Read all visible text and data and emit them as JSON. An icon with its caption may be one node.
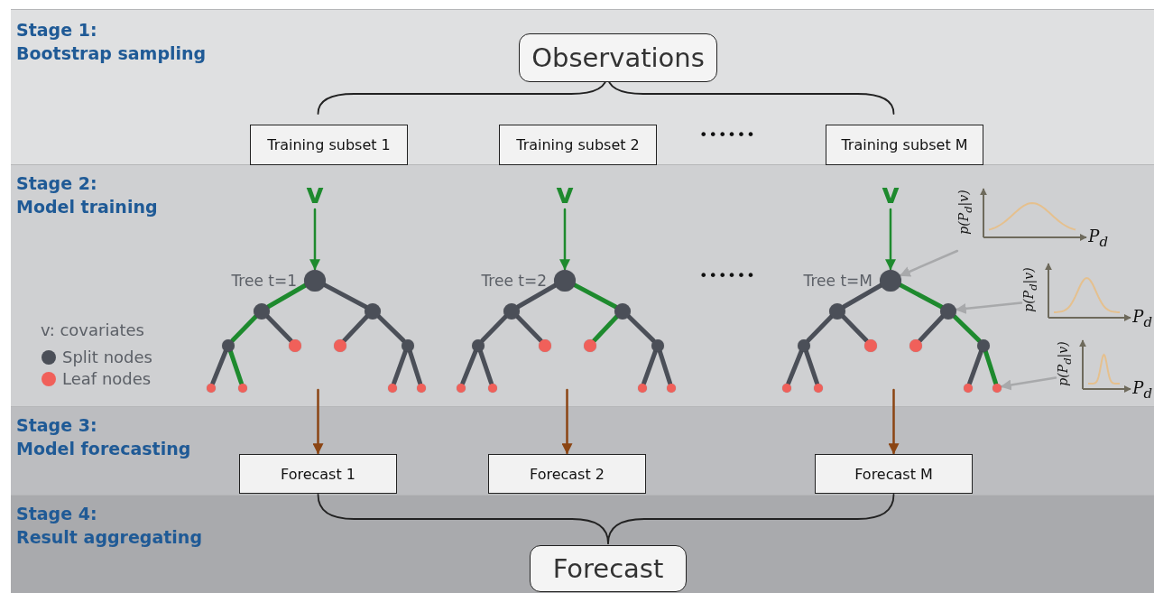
{
  "diagram": {
    "nodes": [
      {
        "text": [
          "Stage 1:",
          "Bootstrap sampling"
        ]
      },
      {
        "text": [
          "Observations"
        ],
        "in": 0
      },
      {
        "text": [
          "Training subset 1"
        ],
        "in": 0
      },
      {
        "text": [
          "Training subset 2"
        ],
        "in": 0
      },
      {
        "text": [
          "Training subset M"
        ],
        "in": 0
      },
      {
        "text": [
          "Stage 2:",
          "Model training"
        ]
      },
      {
        "text": [
          "v"
        ],
        "in": 5
      },
      {
        "text": [],
        "shape": "circle",
        "in": 5,
        "beside": [
          "Tree t=1"
        ]
      },
      {
        "text": [],
        "shape": "circle",
        "in": 5
      },
      {
        "text": [],
        "shape": "circle",
        "in": 5
      },
      {
        "text": [],
        "shape": "circle",
        "in": 5
      },
      {
        "text": [],
        "shape": "circle",
        "in": 5
      },
      {
        "text": [],
        "shape": "circle",
        "in": 5
      },
      {
        "text": [],
        "shape": "circle",
        "in": 5
      },
      {
        "text": [],
        "shape": "circle",
        "in": 5
      },
      {
        "text": [],
        "shape": "circle",
        "in": 5
      },
      {
        "text": [],
        "shape": "circle",
        "in": 5
      },
      {
        "text": [],
        "shape": "circle",
        "in": 5
      },
      {
        "text": [
          "v"
        ],
        "in": 5
      },
      {
        "text": [],
        "shape": "circle",
        "in": 5,
        "beside": [
          "Tree t=2"
        ]
      },
      {
        "text": [],
        "shape": "circle",
        "in": 5
      },
      {
        "text": [],
        "shape": "circle",
        "in": 5
      },
      {
        "text": [],
        "shape": "circle",
        "in": 5
      },
      {
        "text": [],
        "shape": "circle",
        "in": 5
      },
      {
        "text": [],
        "shape": "circle",
        "in": 5
      },
      {
        "text": [],
        "shape": "circle",
        "in": 5
      },
      {
        "text": [],
        "shape": "circle",
        "in": 5
      },
      {
        "text": [],
        "shape": "circle",
        "in": 5
      },
      {
        "text": [],
        "shape": "circle",
        "in": 5
      },
      {
        "text": [],
        "shape": "circle",
        "in": 5
      },
      {
        "text": [
          "v"
        ],
        "in": 5
      },
      {
        "text": [],
        "shape": "circle",
        "in": 5,
        "beside": [
          "Tree t=M"
        ]
      },
      {
        "text": [],
        "shape": "circle",
        "in": 5
      },
      {
        "text": [],
        "shape": "circle",
        "in": 5
      },
      {
        "text": [],
        "shape": "circle",
        "in": 5
      },
      {
        "text": [],
        "shape": "circle",
        "in": 5
      },
      {
        "text": [],
        "shape": "circle",
        "in": 5
      },
      {
        "text": [],
        "shape": "circle",
        "in": 5
      },
      {
        "text": [],
        "shape": "circle",
        "in": 5
      },
      {
        "text": [],
        "shape": "circle",
        "in": 5
      },
      {
        "text": [],
        "shape": "circle",
        "in": 5
      },
      {
        "text": [],
        "shape": "circle",
        "in": 5
      },
      {
        "text": [
          "p(P$_{d}$|v)",
          "P$_{d}$"
        ],
        "in": 5
      },
      {
        "text": [
          "p(P$_{d}$|v)",
          "P$_{d}$"
        ],
        "in": 5
      },
      {
        "text": [
          "p(P$_{d}$|v)",
          "P$_{d}$"
        ],
        "in": 5
      },
      {
        "text": [
          "Stage 3:",
          "Model forecasting"
        ]
      },
      {
        "text": [
          "Forecast 1"
        ],
        "in": 45
      },
      {
        "text": [
          "Forecast 2"
        ],
        "in": 45
      },
      {
        "text": [
          "Forecast M"
        ],
        "in": 45
      },
      {
        "text": [
          "Stage 4:",
          "Result aggregating"
        ]
      },
      {
        "text": [
          "Forecast"
        ],
        "in": 49
      }
    ],
    "edges": [
      {
        "from": 1,
        "to": 2,
        "arrow": "none",
        "color": "#222222"
      },
      {
        "from": 1,
        "to": 4,
        "arrow": "none",
        "color": "#222222"
      },
      {
        "from": 6,
        "to": 7,
        "arrow": "to",
        "color": "#1e8a2e"
      },
      {
        "from": 7,
        "to": 8,
        "arrow": "none",
        "color": "#1e8a2e"
      },
      {
        "from": 7,
        "to": 9,
        "arrow": "none"
      },
      {
        "from": 8,
        "to": 10,
        "arrow": "none",
        "color": "#1e8a2e"
      },
      {
        "from": 8,
        "to": 11,
        "arrow": "none"
      },
      {
        "from": 9,
        "to": 12,
        "arrow": "none"
      },
      {
        "from": 9,
        "to": 13,
        "arrow": "none"
      },
      {
        "from": 10,
        "to": 14,
        "arrow": "none"
      },
      {
        "from": 10,
        "to": 15,
        "arrow": "none",
        "color": "#1e8a2e"
      },
      {
        "from": 13,
        "to": 16,
        "arrow": "none"
      },
      {
        "from": 13,
        "to": 17,
        "arrow": "none"
      },
      {
        "from": 18,
        "to": 19,
        "arrow": "to",
        "color": "#1e8a2e"
      },
      {
        "from": 19,
        "to": 20,
        "arrow": "none"
      },
      {
        "from": 19,
        "to": 21,
        "arrow": "none",
        "color": "#1e8a2e"
      },
      {
        "from": 20,
        "to": 22,
        "arrow": "none"
      },
      {
        "from": 20,
        "to": 23,
        "arrow": "none"
      },
      {
        "from": 21,
        "to": 24,
        "arrow": "none",
        "color": "#1e8a2e"
      },
      {
        "from": 21,
        "to": 25,
        "arrow": "none"
      },
      {
        "from": 22,
        "to": 26,
        "arrow": "none"
      },
      {
        "from": 22,
        "to": 27,
        "arrow": "none"
      },
      {
        "from": 25,
        "to": 28,
        "arrow": "none"
      },
      {
        "from": 25,
        "to": 29,
        "arrow": "none"
      },
      {
        "from": 30,
        "to": 31,
        "arrow": "to",
        "color": "#1e8a2e"
      },
      {
        "from": 31,
        "to": 32,
        "arrow": "none"
      },
      {
        "from": 31,
        "to": 33,
        "arrow": "none",
        "color": "#1e8a2e"
      },
      {
        "from": 32,
        "to": 34,
        "arrow": "none"
      },
      {
        "from": 32,
        "to": 35,
        "arrow": "none"
      },
      {
        "from": 33,
        "to": 36,
        "arrow": "none"
      },
      {
        "from": 33,
        "to": 37,
        "arrow": "none",
        "color": "#1e8a2e"
      },
      {
        "from": 34,
        "to": 38,
        "arrow": "none"
      },
      {
        "from": 34,
        "to": 39,
        "arrow": "none"
      },
      {
        "from": 37,
        "to": 40,
        "arrow": "none"
      },
      {
        "from": 37,
        "to": 41,
        "arrow": "none",
        "color": "#1e8a2e"
      },
      {
        "from": 42,
        "to": 31,
        "arrow": "to",
        "color": "#a8a9ab"
      },
      {
        "from": 43,
        "to": 33,
        "arrow": "to",
        "color": "#a8a9ab"
      },
      {
        "from": 44,
        "to": 41,
        "arrow": "to",
        "color": "#a8a9ab"
      },
      {
        "from": null,
        "to": 46,
        "arrow": "to",
        "color": "#8b4513"
      },
      {
        "from": null,
        "to": 47,
        "arrow": "to",
        "color": "#8b4513"
      },
      {
        "from": null,
        "to": 48,
        "arrow": "to",
        "color": "#8b4513"
      },
      {
        "from": 46,
        "to": 50,
        "arrow": "none",
        "color": "#222222"
      },
      {
        "from": 48,
        "to": 50,
        "arrow": "none",
        "color": "#222222"
      }
    ],
    "labels": [
      "••••••",
      "••••••",
      "v: covariates"
    ],
    "legend": [
      {
        "text": "Split nodes",
        "color": "#4b4f58"
      },
      {
        "text": "Leaf nodes",
        "color": "#f0605a"
      }
    ]
  }
}
